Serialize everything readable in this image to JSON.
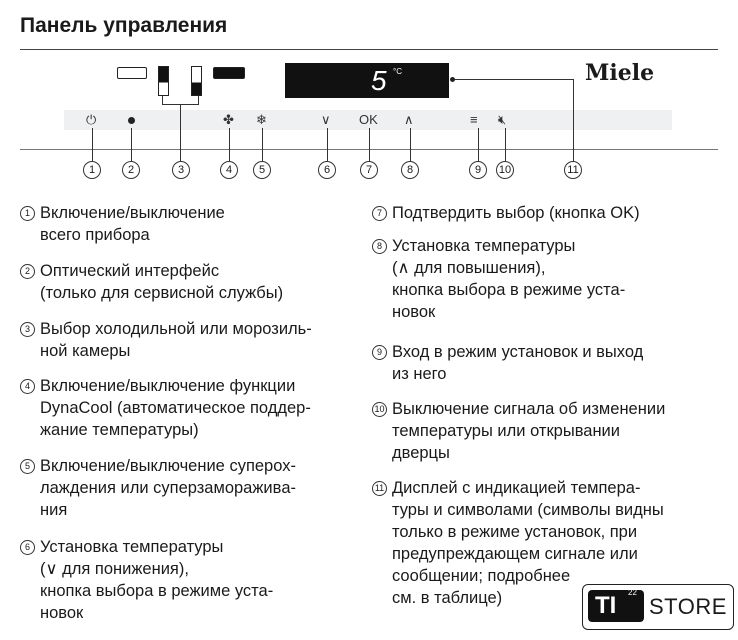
{
  "title": "Панель управления",
  "display": {
    "temperature": "5",
    "unit": "°C"
  },
  "brand": "Miele",
  "buttons": {
    "ok": "OK",
    "down": "∨",
    "up": "∧"
  },
  "icons": [
    "power-icon",
    "optical-interface-icon",
    "fan-icon",
    "snowflake-icon",
    "menu-icon",
    "mute-icon"
  ],
  "numbers": [
    "1",
    "2",
    "3",
    "4",
    "5",
    "6",
    "7",
    "8",
    "9",
    "10",
    "11"
  ],
  "items": [
    {
      "n": "1",
      "text": "Включение/выключение\nвсего прибора"
    },
    {
      "n": "2",
      "text": "Оптический интерфейс\n(только для сервисной службы)"
    },
    {
      "n": "3",
      "text": "Выбор холодильной или морозиль-\nной камеры"
    },
    {
      "n": "4",
      "text": "Включение/выключение функции\nDynaCool (автоматическое поддер-\nжание температуры)"
    },
    {
      "n": "5",
      "text": "Включение/выключение суперох-\nлаждения или суперзамораживa-\nния"
    },
    {
      "n": "6",
      "text": "Установка температуры\n(∨ для понижения),\nкнопка выбора в режиме уста-\nновок"
    },
    {
      "n": "7",
      "text": "Подтвердить выбор (кнопка OK)"
    },
    {
      "n": "8",
      "text": "Установка температуры\n(∧ для повышения),\nкнопка выбора в режиме уста-\nновок"
    },
    {
      "n": "9",
      "text": "Вход в режим установок и выход\nиз него"
    },
    {
      "n": "10",
      "text": "Выключение сигнала об изменении\nтемпературы или открывании\nдверцы"
    },
    {
      "n": "11",
      "text": "Дисплей с индикацией темпера-\nтуры и символами (символы видны\nтолько в режиме установок, при\nпредупреждающем сигнале или\nсообщении; подробнее\nсм. в таблице)"
    }
  ],
  "watermark": {
    "ti": "TI",
    "sup": "22",
    "store": "STORE"
  }
}
